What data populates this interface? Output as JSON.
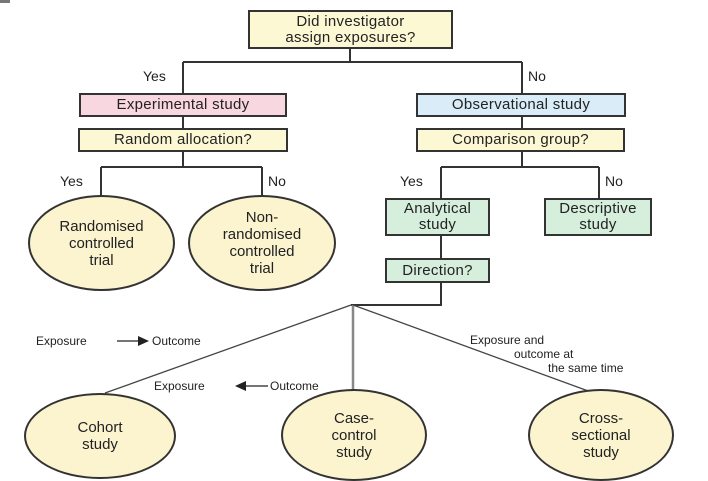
{
  "diagram": {
    "root_question": "Did investigator assign exposures?",
    "root_question_lines": [
      "Did investigator",
      "assign exposures?"
    ],
    "branch_yes": "Yes",
    "branch_no": "No",
    "experimental": {
      "label": "Experimental study",
      "question": "Random allocation?",
      "yes_label": "Yes",
      "no_label": "No",
      "yes_outcome": "Randomised\ncontrolled\ntrial",
      "no_outcome": "Non-\nrandomised\ncontrolled\ntrial"
    },
    "observational": {
      "label": "Observational study",
      "question": "Comparison group?",
      "yes_label": "Yes",
      "no_label": "No",
      "analytical": "Analytical study",
      "analytical_lines": [
        "Analytical",
        "study"
      ],
      "descriptive_lines": [
        "Descriptive",
        "study"
      ],
      "direction_question": "Direction?"
    },
    "directions": {
      "forward": {
        "from": "Exposure",
        "arrow": "forward-arrow",
        "to": "Outcome"
      },
      "backward": {
        "from": "Exposure",
        "arrow": "backward-arrow",
        "to": "Outcome"
      },
      "simultaneous_lines": [
        "Exposure and",
        "outcome at",
        "the same time"
      ]
    },
    "designs": {
      "cohort": "Cohort\nstudy",
      "case_control": "Case-\ncontrol\nstudy",
      "cross_sectional": "Cross-\nsectional\nstudy"
    },
    "colors": {
      "question_fill": "#fdf8d4",
      "experimental_fill": "#f8d7e0",
      "observational_fill": "#d9ecf8",
      "analytical_fill": "#d6eedc",
      "outcome_fill": "#fbf4cf",
      "stroke": "#333333"
    }
  }
}
